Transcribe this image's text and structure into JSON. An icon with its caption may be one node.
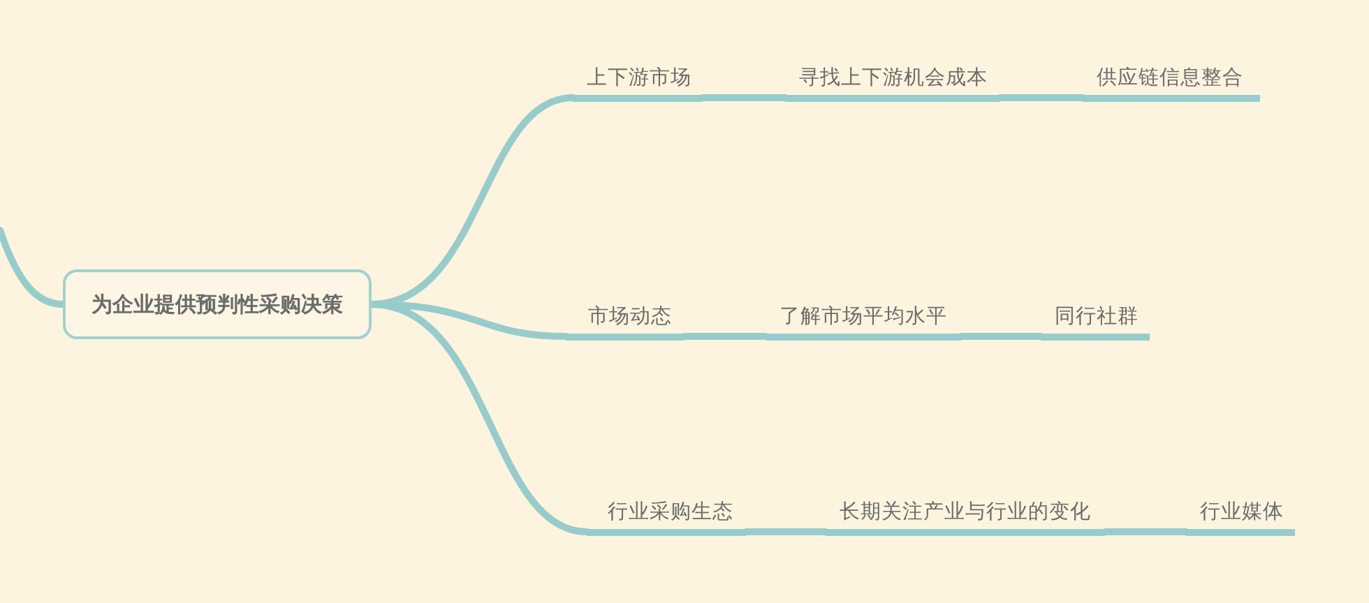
{
  "diagram": {
    "nodes": [
      {
        "text": [
          "为企业提供预判性采购决策"
        ]
      },
      {
        "text": [
          "上下游市场"
        ]
      },
      {
        "text": [
          "寻找上下游机会成本"
        ]
      },
      {
        "text": [
          "供应链信息整合"
        ]
      },
      {
        "text": [
          "市场动态"
        ]
      },
      {
        "text": [
          "了解市场平均水平"
        ]
      },
      {
        "text": [
          "同行社群"
        ]
      },
      {
        "text": [
          "行业采购生态"
        ]
      },
      {
        "text": [
          "长期关注产业与行业的变化"
        ]
      },
      {
        "text": [
          "行业媒体"
        ]
      }
    ],
    "edges": [
      {
        "from": 0,
        "to": 1,
        "arrow": "none"
      },
      {
        "from": 1,
        "to": 2,
        "arrow": "none"
      },
      {
        "from": 2,
        "to": 3,
        "arrow": "none"
      },
      {
        "from": 0,
        "to": 4,
        "arrow": "none"
      },
      {
        "from": 4,
        "to": 5,
        "arrow": "none"
      },
      {
        "from": 5,
        "to": 6,
        "arrow": "none"
      },
      {
        "from": 0,
        "to": 7,
        "arrow": "none"
      },
      {
        "from": 7,
        "to": 8,
        "arrow": "none"
      },
      {
        "from": 8,
        "to": 9,
        "arrow": "none"
      },
      {
        "from": null,
        "to": 0,
        "arrow": "none"
      }
    ]
  }
}
